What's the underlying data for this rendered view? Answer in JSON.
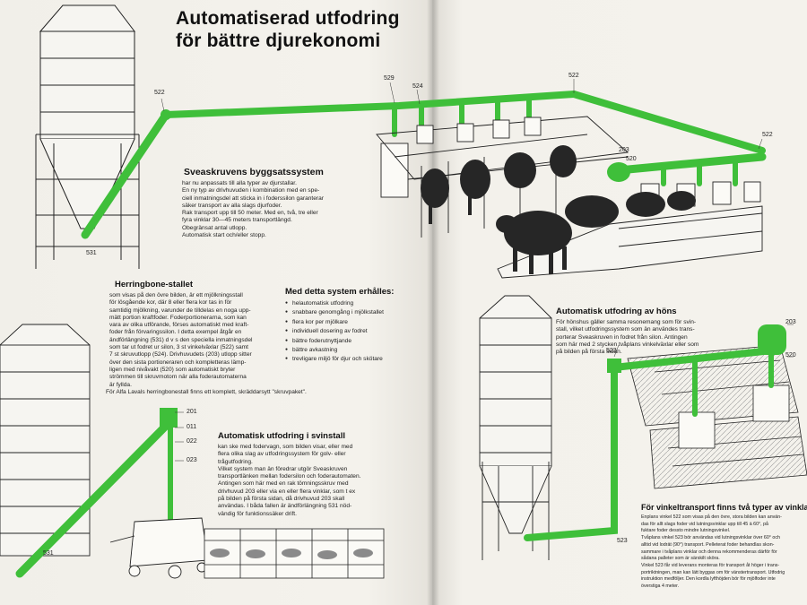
{
  "title": {
    "line1": "Automatiserad utfodring",
    "line2": "för bättre djurekonomi"
  },
  "sveaskruvens": {
    "heading": "Sveaskruvens byggsatssystem",
    "lines": [
      "har nu anpassats till alla typer av djurstallar.",
      "En ny typ av drivhuvuden i kombination med en spe-",
      "ciell inmatningsdel att sticka in i foderssilon garanterar",
      "säker transport av alla slags djurfoder.",
      "Rak transport upp till 50 meter. Med en, två, tre eller",
      "fyra vinklar 30—45 meters transportlängd.",
      "Obegränsat antal utlopp.",
      "Automatisk start och/eller stopp."
    ]
  },
  "herringbone": {
    "heading": "Herringbone-stallet",
    "lines": [
      "som visas på den övre bilden, är ett mjölkningsstall",
      "för lösgående kor, där 8 eller flera kor tas in för",
      "samtidig mjölkning, varunder de tilldelas en noga upp-",
      "mätt portion kraftfoder. Foderportionerarna, som kan",
      "vara av olika utförande, förses automatiskt med kraft-",
      "foder från förvaringssilon. I detta exempel åtgår en",
      "ändförlängning (531) d v s den speciella inmatningsdel",
      "som tar ut fodret ur silon, 3 st vinkelväxlar (522) samt",
      "7 st skruvutlopp (524). Drivhuvudets (203) utlopp sitter",
      "över den sista portioneraren och kompletteras lämp-",
      "ligen med nivåvakt (520) som automatiskt bryter",
      "strömmen till skruvmotorn när alla foderautomaterna",
      "är fyllda."
    ],
    "note": "För Alfa Lavals herringbonestall finns ett komplett, skräddarsytt \"skruvpaket\"."
  },
  "benefits": {
    "heading": "Med detta system erhålles:",
    "items": [
      "helautomatisk utfodring",
      "snabbare genomgång i mjölkstallet",
      "flera kor per mjölkare",
      "individuell dosering av fodret",
      "bättre foderutnyttjande",
      "bättre avkastning",
      "trevligare miljö för djur och skötare"
    ]
  },
  "svinstall": {
    "heading": "Automatisk utfodring i svinstall",
    "lines": [
      "kan ske med fodervagn, som bilden visar, eller med",
      "flera olika slag av utfodringssystem för golv- eller",
      "trågutfodring.",
      "Vilket system man än föredrar utgör Sveaskruven",
      "transportlänken mellan fodersilon och foderautomaten.",
      "Antingen som här med en rak tömningsskruv med",
      "drivhuvud 203 eller via en eller flera vinklar, som t ex",
      "på bilden på första sidan, då drivhuvud 203 skall",
      "användas. I båda fallen är ändförlängning 531 nöd-",
      "vändig för funktionssäker drift."
    ]
  },
  "hons": {
    "heading": "Automatisk utfodring av höns",
    "lines": [
      "För hönshus gäller samma resonemang som för svin-",
      "stall, vilket utfodringssystem som än användes trans-",
      "porterar Sveaskruven in fodret från silon. Antingen",
      "som här med 2 stycken tvåplans vinkelväxlar eller som",
      "på bilden på första sidan."
    ]
  },
  "vinkel": {
    "heading": "För vinkeltransport finns två typer av vinklar:",
    "lines": [
      "Enplans vinkel 522 som visas på den övre, stora bilden kan använ-",
      "das för allt slags foder vid lutningsvinklar upp till 45 à 60°, på",
      "fuktare foder dessto mindre lutningsvinkel.",
      "Tvåplans vinkel 523 bör användas vid lutningsvinklar över 60° och",
      "alltid vid lodrät (90°) transport. Pelleterat foder behandlas skon-",
      "sammare i tvåplans vinklar och denna rekommenderas därför för",
      "sådana palleter som är särskilt sköra.",
      "Vinkel 523 får vid leverans monteras för transport åt höger i trans-",
      "portriktningen, man kan lätt byggas om för vänstertransport. Utfodrig",
      "instruktion medföljer. Den kordla lyfthöjden bör för mjölfoder inte",
      "överstiga 4 meter."
    ]
  },
  "part_labels": {
    "l522_top": "522",
    "l531_left": "531",
    "l529": "529",
    "l524": "524",
    "l522_mid": "522",
    "l522_right": "522",
    "l203_barn": "203",
    "l520_barn": "520",
    "l201": "201",
    "l011": "011",
    "l022": "022",
    "l023": "023",
    "l531_bottom": "531",
    "l523_top": "523",
    "l203_hen": "203",
    "l520_hen": "520",
    "l523_bottom": "523"
  },
  "colors": {
    "pipe_green": "#3fbf3a",
    "ink": "#1a1a1a",
    "paper": "#f3f1eb"
  }
}
